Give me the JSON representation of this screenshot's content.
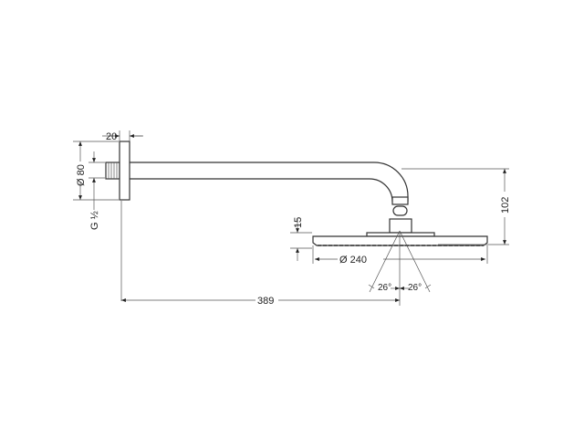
{
  "dimensions": {
    "flange_depth": "20",
    "flange_diameter": "Ø 80",
    "thread": "G ½",
    "arm_length": "389",
    "height": "102",
    "head_thickness": "15",
    "head_diameter": "Ø 240",
    "spray_angle_left": "26°",
    "spray_angle_right": "26°"
  }
}
